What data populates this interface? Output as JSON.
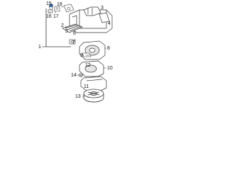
{
  "labels": {
    "l1": "1",
    "l2": "2",
    "l3": "3",
    "l4": "4",
    "l5": "5",
    "l6": "6",
    "l7": "7",
    "l8": "8",
    "l9": "9",
    "l10": "10",
    "l11": "11",
    "l12": "12",
    "l13": "13",
    "l14": "14",
    "l15": "15",
    "l16": "16",
    "l17": "17",
    "l18": "18"
  },
  "colors": {
    "line": "#333333",
    "part_fill": "#ffffff",
    "part_shade": "#e6e6e6",
    "accent": "#2f6fb0"
  }
}
